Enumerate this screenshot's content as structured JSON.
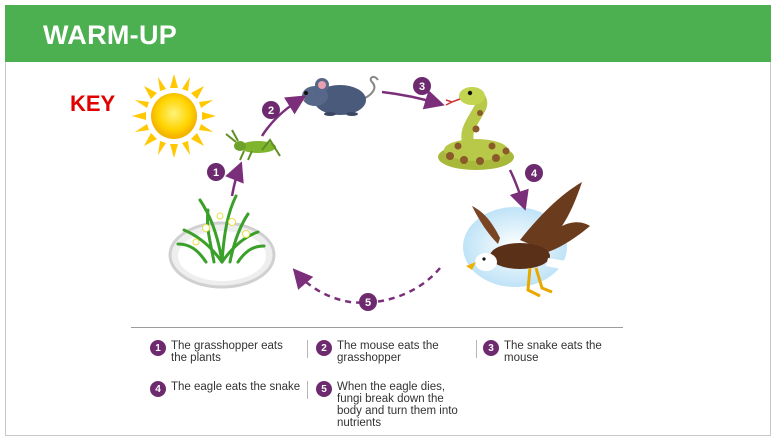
{
  "header": {
    "title": "WARM-UP",
    "color": "#4caf50"
  },
  "key_label": "KEY",
  "diagram": {
    "step_badges": [
      "1",
      "2",
      "3",
      "4",
      "5"
    ],
    "badge_color": "#6e2a6e",
    "arrow_color": "#7b2f7b",
    "organisms": [
      "sun",
      "plants",
      "grasshopper",
      "mouse",
      "snake",
      "eagle"
    ]
  },
  "legend": [
    {
      "num": "1",
      "text": "The grasshopper eats the plants"
    },
    {
      "num": "2",
      "text": "The mouse eats the grasshopper"
    },
    {
      "num": "3",
      "text": "The snake eats the mouse"
    },
    {
      "num": "4",
      "text": "The eagle eats the snake"
    },
    {
      "num": "5",
      "text": "When the eagle dies, fungi break down the body and turn them into nutrients"
    }
  ]
}
